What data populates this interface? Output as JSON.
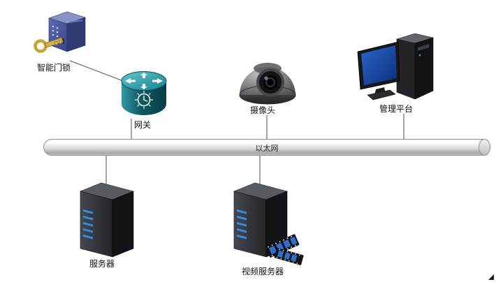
{
  "diagram": {
    "type": "network-topology",
    "bus": {
      "label": "以太网"
    },
    "nodes": {
      "door_lock": {
        "label": "智能门锁",
        "icon": "smart-lock-icon"
      },
      "gateway": {
        "label": "网关",
        "icon": "router-icon"
      },
      "camera": {
        "label": "摄像头",
        "icon": "dome-camera-icon"
      },
      "platform": {
        "label": "管理平台",
        "icon": "management-workstation-icon"
      },
      "server": {
        "label": "服务器",
        "icon": "server-tower-icon"
      },
      "video_server": {
        "label": "视频服务器",
        "icon": "video-server-icon"
      }
    },
    "edges": [
      {
        "from": "door_lock",
        "to": "gateway"
      },
      {
        "from": "gateway",
        "to": "ethernet_bus"
      },
      {
        "from": "camera",
        "to": "ethernet_bus"
      },
      {
        "from": "platform",
        "to": "ethernet_bus"
      },
      {
        "from": "server",
        "to": "ethernet_bus"
      },
      {
        "from": "video_server",
        "to": "ethernet_bus"
      }
    ],
    "colors": {
      "lock_blue": "#4d599e",
      "router_teal": "#147a85",
      "screen_blue": "#1a55b0",
      "led_blue": "#2e8fe8",
      "film_blue": "#2f6fd0",
      "pipe_gray": "#d6d6d6",
      "connector": "#4d4d4d",
      "background": "#ffffff"
    }
  }
}
